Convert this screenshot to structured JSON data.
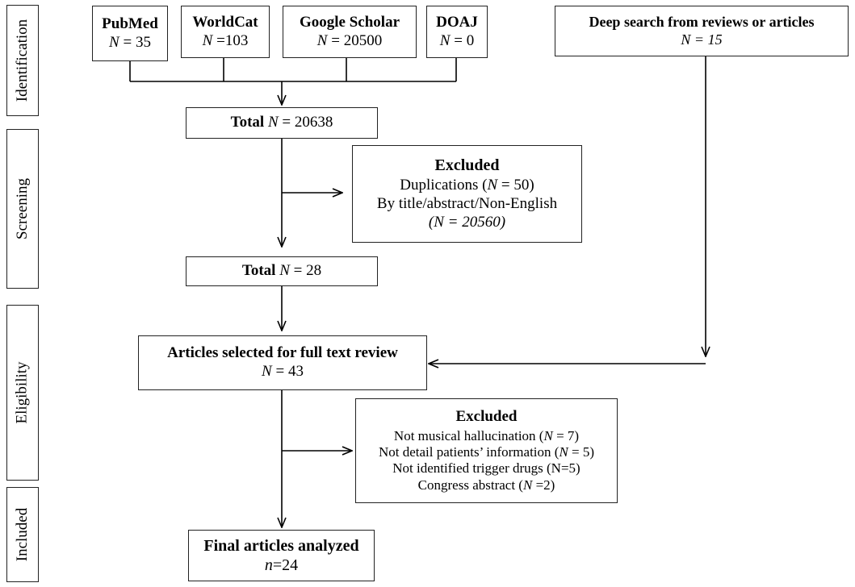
{
  "phases": [
    "Identification",
    "Screening",
    "Eligibility",
    "Included"
  ],
  "sources": [
    {
      "name": "PubMed",
      "n_label": "N",
      "n_value": "= 35"
    },
    {
      "name": "WorldCat",
      "n_label": "N",
      "n_value": "=103"
    },
    {
      "name": "Google Scholar",
      "n_label": "N",
      "n_value": "= 20500"
    },
    {
      "name": "DOAJ",
      "n_label": "N",
      "n_value": "= 0"
    }
  ],
  "deep_search": {
    "title": "Deep search from reviews or articles",
    "n_label": "N",
    "n_value": "= 15"
  },
  "total1": {
    "label": "Total",
    "n_label": "N",
    "n_value": "= 20638"
  },
  "excluded1": {
    "title": "Excluded",
    "line1_pre": "Duplications (",
    "line1_n": "N",
    "line1_post": "= 50)",
    "line2": "By title/abstract/Non-English",
    "line3_pre": "(",
    "line3_n": "N",
    "line3_post": "= 20560)"
  },
  "total2": {
    "label": "Total",
    "n_label": "N",
    "n_value": "= 28"
  },
  "full_text": {
    "title": "Articles selected for full text review",
    "n_label": "N",
    "n_value": "= 43"
  },
  "excluded2": {
    "title": "Excluded",
    "items": [
      {
        "pre": "Not musical hallucination (",
        "n": "N",
        "post": "= 7)"
      },
      {
        "pre": "Not detail patients’ information (",
        "n": "N",
        "post": "= 5)"
      },
      {
        "pre": "Not identified trigger drugs (N=5)",
        "n": "",
        "post": ""
      },
      {
        "pre": "Congress abstract (",
        "n": "N",
        "post": "=2)"
      }
    ]
  },
  "final": {
    "title": "Final articles analyzed",
    "n_label": "n",
    "n_value": "=24"
  }
}
